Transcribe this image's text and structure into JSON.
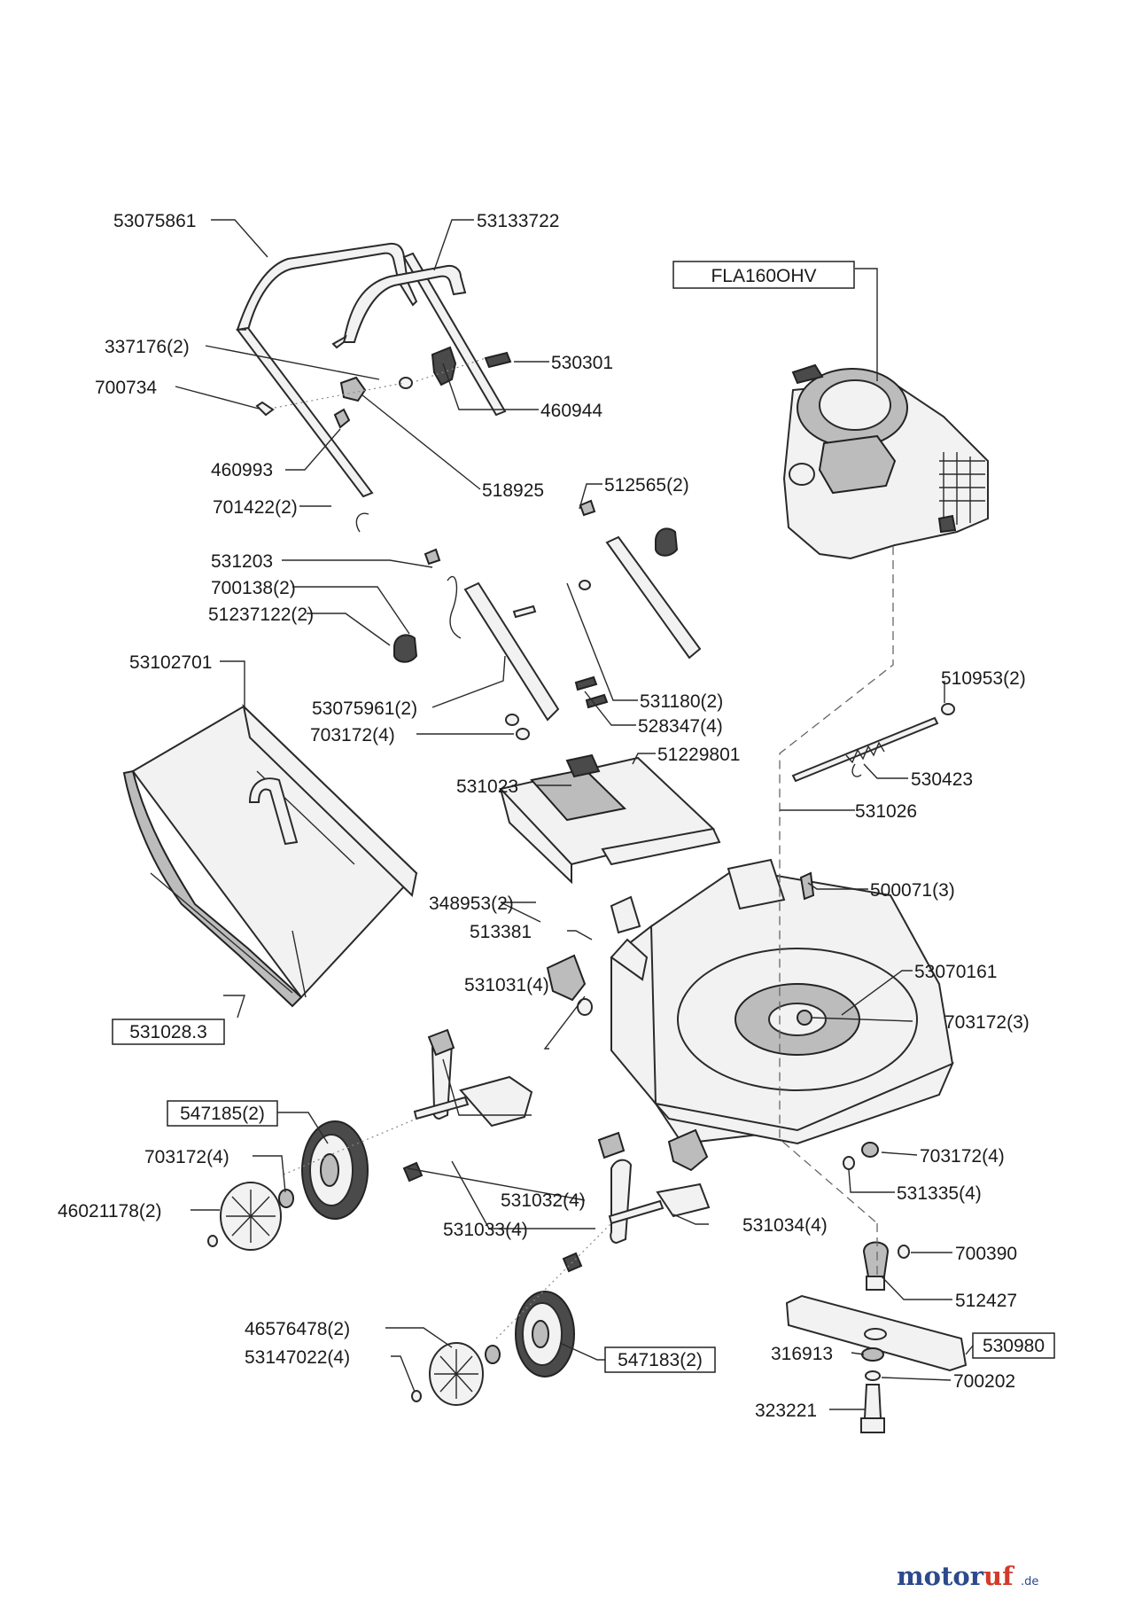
{
  "parts": {
    "p53075861": "53075861",
    "p53133722": "53133722",
    "pFLA160OHV": "FLA160OHV",
    "p337176": "337176(2)",
    "p530301": "530301",
    "p700734": "700734",
    "p460944": "460944",
    "p460993": "460993",
    "p518925": "518925",
    "p701422": "701422(2)",
    "p512565": "512565(2)",
    "p531203": "531203",
    "p700138": "700138(2)",
    "p51237122": "51237122(2)",
    "p53102701": "53102701",
    "p53075961": "53075961(2)",
    "p531180": "531180(2)",
    "p703172a": "703172(4)",
    "p528347": "528347(4)",
    "p510953": "510953(2)",
    "p51229801": "51229801",
    "p531023": "531023",
    "p530423": "530423",
    "p531026": "531026",
    "p348953": "348953(2)",
    "p500071": "500071(3)",
    "p513381": "513381",
    "p53070161": "53070161",
    "p531031": "531031(4)",
    "p531028": "531028.3",
    "p703172b": "703172(3)",
    "p547185": "547185(2)",
    "p703172c": "703172(4)",
    "p703172d": "703172(4)",
    "p531335": "531335(4)",
    "p46021178": "46021178(2)",
    "p531032": "531032(4)",
    "p531033": "531033(4)",
    "p531034": "531034(4)",
    "p700390": "700390",
    "p512427": "512427",
    "p46576478": "46576478(2)",
    "p316913": "316913",
    "p530980": "530980",
    "p53147022": "53147022(4)",
    "p547183": "547183(2)",
    "p700202": "700202",
    "p323221": "323221"
  },
  "watermark": {
    "text_main": "motor",
    "text_accent": "uf",
    "text_suffix": ".de"
  }
}
